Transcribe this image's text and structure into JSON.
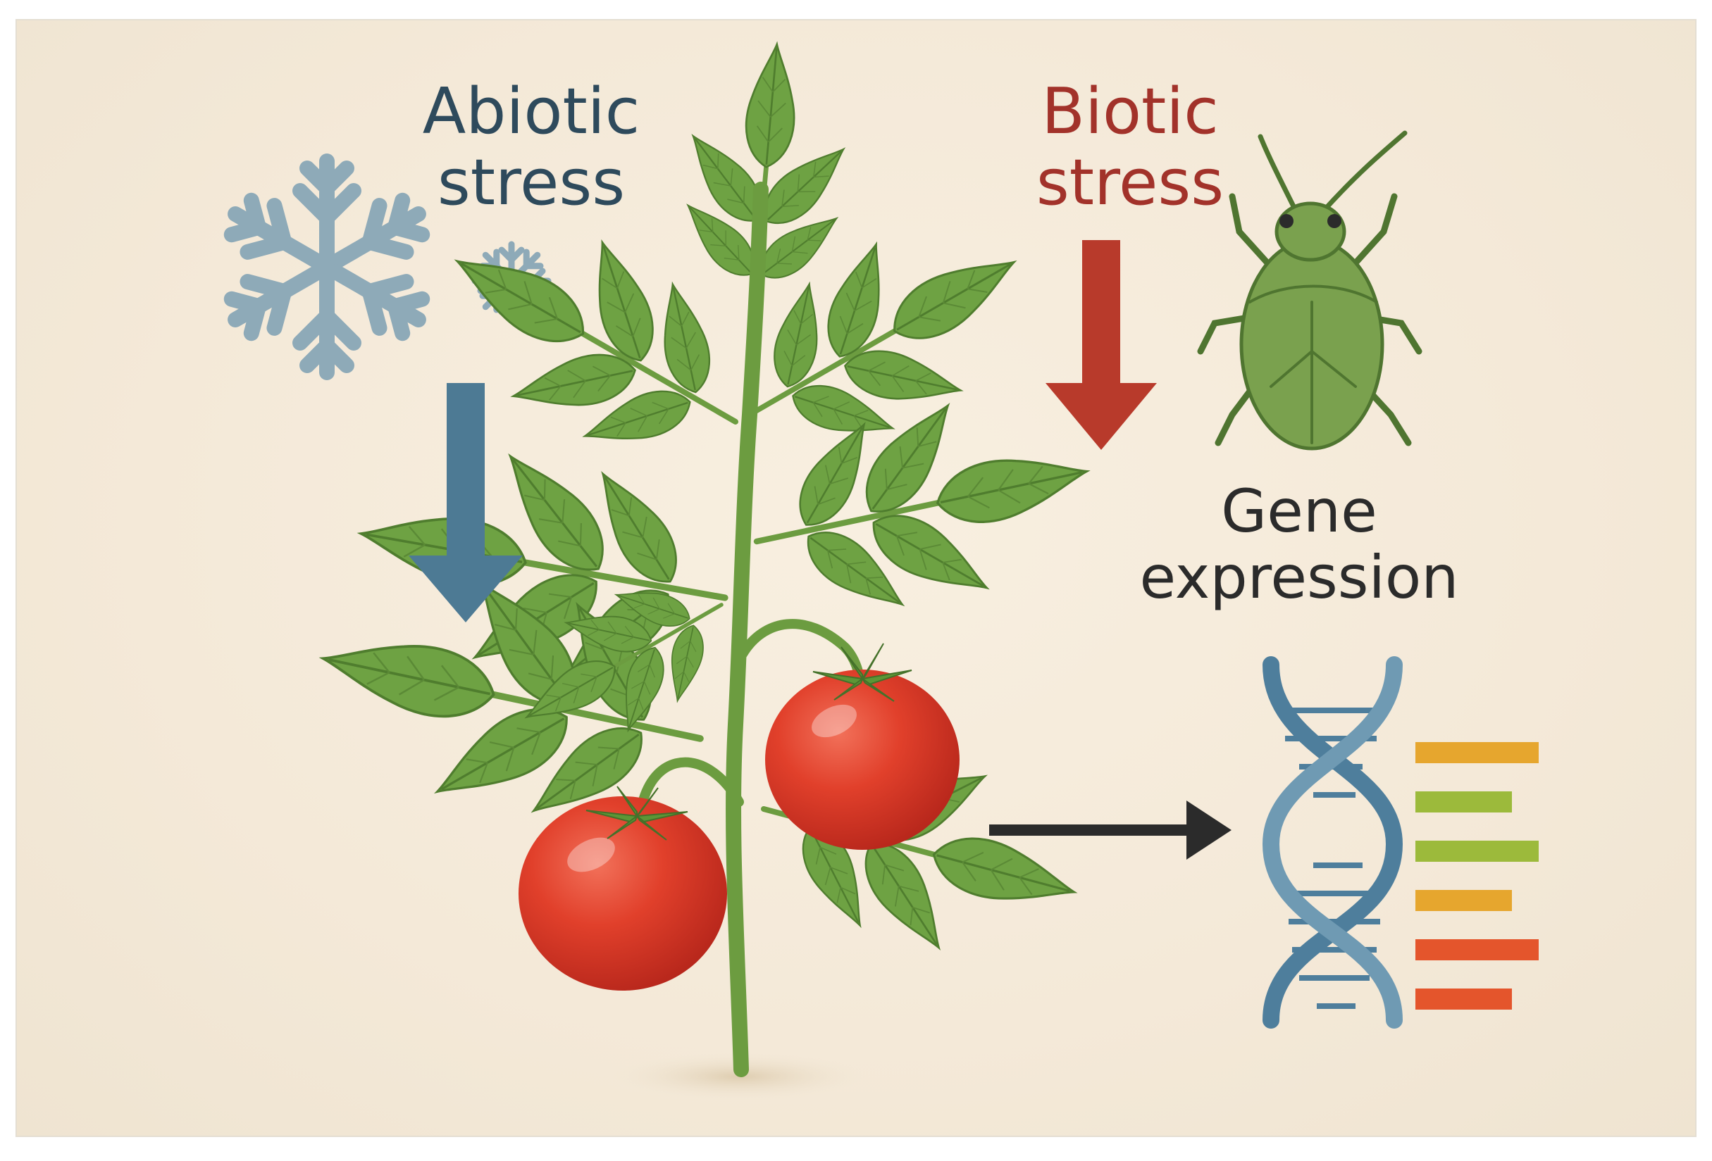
{
  "labels": {
    "abiotic_line1": "Abiotic",
    "abiotic_line2": "stress",
    "biotic_line1": "Biotic",
    "biotic_line2": "stress",
    "gene_line1": "Gene",
    "gene_line2": "expression"
  },
  "colors": {
    "abiotic": "#2e4a5c",
    "abiotic_arrow": "#4d7a94",
    "biotic": "#a2322a",
    "biotic_arrow": "#b83a2b",
    "gene_text": "#2b2b2b",
    "snowflake": "#8eaab8",
    "leaf": "#6ea243",
    "stem": "#6c9c40",
    "tomato": "#e1402b",
    "dna": "#4e7e9c",
    "insect": "#7aa14e",
    "background": "#f6ecdc"
  },
  "icons": [
    "snowflake-large-icon",
    "snowflake-small-icon",
    "abiotic-arrow-icon",
    "biotic-arrow-icon",
    "insect-icon",
    "tomato-plant",
    "expression-arrow-icon",
    "dna-icon",
    "expression-bars"
  ],
  "expression_bars": [
    {
      "level": 1.0,
      "color": "#e6a62e"
    },
    {
      "level": 0.78,
      "color": "#9cba3b"
    },
    {
      "level": 1.0,
      "color": "#9cba3b"
    },
    {
      "level": 0.78,
      "color": "#e6a62e"
    },
    {
      "level": 1.0,
      "color": "#e4552c"
    },
    {
      "level": 0.78,
      "color": "#e4552c"
    }
  ]
}
